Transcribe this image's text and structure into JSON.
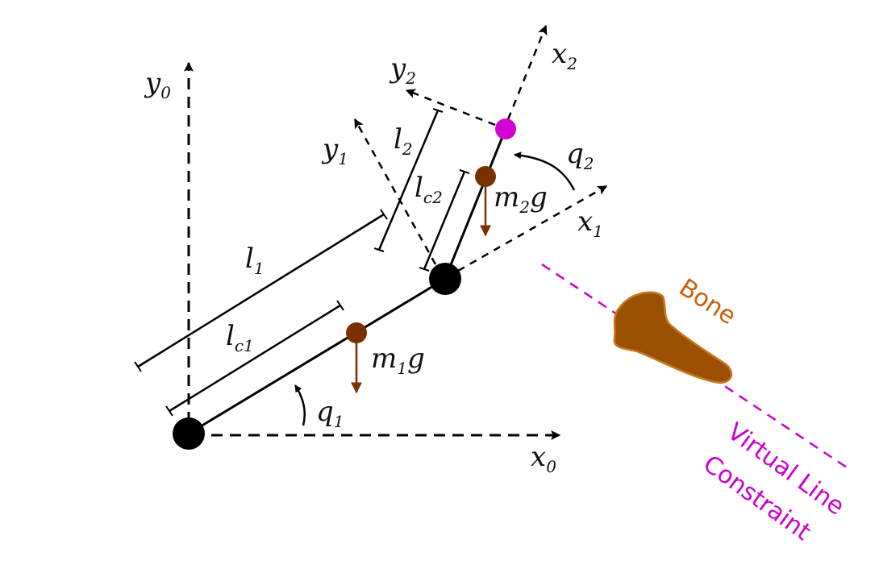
{
  "labels": {
    "y0": {
      "base": "y",
      "sub": "0"
    },
    "x0": {
      "base": "x",
      "sub": "0"
    },
    "y1": {
      "base": "y",
      "sub": "1"
    },
    "x1": {
      "base": "x",
      "sub": "1"
    },
    "y2": {
      "base": "y",
      "sub": "2"
    },
    "x2": {
      "base": "x",
      "sub": "2"
    },
    "l1": {
      "base": "l",
      "sub": "1"
    },
    "lc1": {
      "base": "l",
      "sub": "c1"
    },
    "l2": {
      "base": "l",
      "sub": "2"
    },
    "lc2": {
      "base": "l",
      "sub": "c2"
    },
    "q1": {
      "base": "q",
      "sub": "1"
    },
    "q2": {
      "base": "q",
      "sub": "2"
    },
    "m1g": {
      "base": "m",
      "sub": "1",
      "tail": "g"
    },
    "m2g": {
      "base": "m",
      "sub": "2",
      "tail": "g"
    }
  },
  "annotations": {
    "bone": "Bone",
    "constraint_line1": "Virtual Line",
    "constraint_line2": "Constraint"
  },
  "colors": {
    "ink": "#000000",
    "mass": "#7a3000",
    "endpoint": "#d400d4",
    "bone_fill": "#9b4f00",
    "bone_stroke": "#c8781e",
    "bone_text": "#c8600a",
    "constraint": "#cc00cc"
  }
}
